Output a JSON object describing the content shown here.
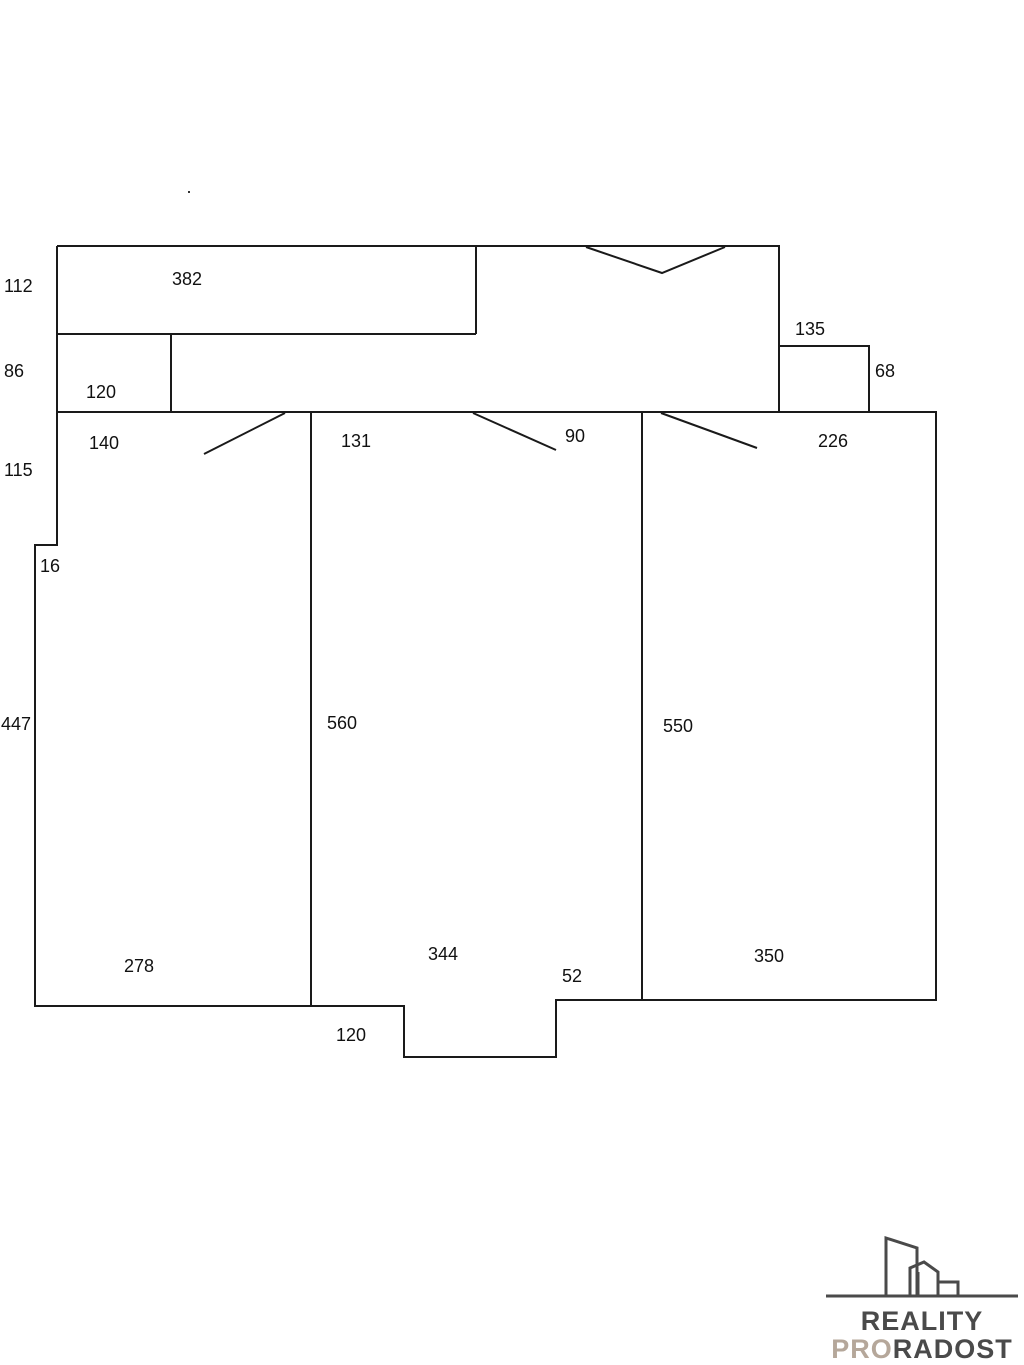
{
  "dimensions": {
    "d382": "382",
    "d112": "112",
    "d135": "135",
    "d86": "86",
    "d68": "68",
    "d120_top": "120",
    "d140": "140",
    "d131": "131",
    "d90": "90",
    "d226": "226",
    "d115": "115",
    "d16": "16",
    "d447": "447",
    "d560": "560",
    "d550": "550",
    "d278": "278",
    "d344": "344",
    "d52": "52",
    "d350": "350",
    "d120_bottom": "120"
  },
  "logo": {
    "line1": "REALITY",
    "line2a": "PRO",
    "line2b": "RADOST"
  },
  "colors": {
    "wall": "#1a1a1a",
    "logo_dark": "#4a4a4a",
    "logo_accent": "#b5a79a"
  }
}
